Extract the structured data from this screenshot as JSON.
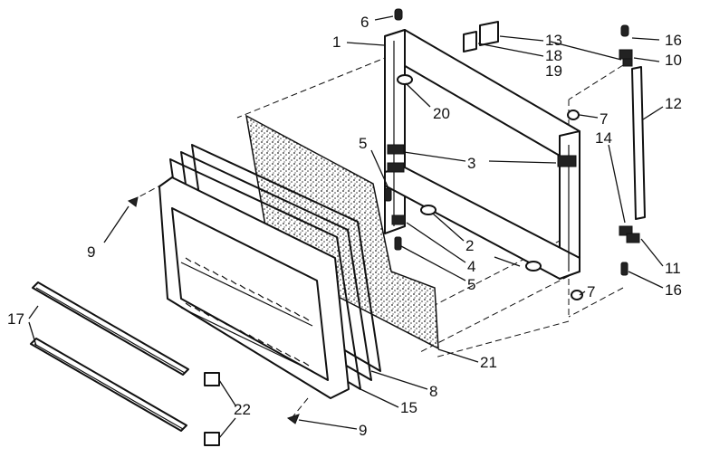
{
  "callouts": [
    {
      "id": "c1",
      "text": "1"
    },
    {
      "id": "c2",
      "text": "2"
    },
    {
      "id": "c3",
      "text": "3"
    },
    {
      "id": "c4",
      "text": "4"
    },
    {
      "id": "c5a",
      "text": "5"
    },
    {
      "id": "c5b",
      "text": "5"
    },
    {
      "id": "c6",
      "text": "6"
    },
    {
      "id": "c7a",
      "text": "7"
    },
    {
      "id": "c7b",
      "text": "7"
    },
    {
      "id": "c8",
      "text": "8"
    },
    {
      "id": "c9a",
      "text": "9"
    },
    {
      "id": "c9b",
      "text": "9"
    },
    {
      "id": "c10",
      "text": "10"
    },
    {
      "id": "c11",
      "text": "11"
    },
    {
      "id": "c12",
      "text": "12"
    },
    {
      "id": "c13",
      "text": "13"
    },
    {
      "id": "c14",
      "text": "14"
    },
    {
      "id": "c15",
      "text": "15"
    },
    {
      "id": "c16a",
      "text": "16"
    },
    {
      "id": "c16b",
      "text": "16"
    },
    {
      "id": "c17",
      "text": "17"
    },
    {
      "id": "c18",
      "text": "18"
    },
    {
      "id": "c19",
      "text": "19"
    },
    {
      "id": "c20",
      "text": "20"
    },
    {
      "id": "c21",
      "text": "21"
    },
    {
      "id": "c22",
      "text": "22"
    }
  ]
}
